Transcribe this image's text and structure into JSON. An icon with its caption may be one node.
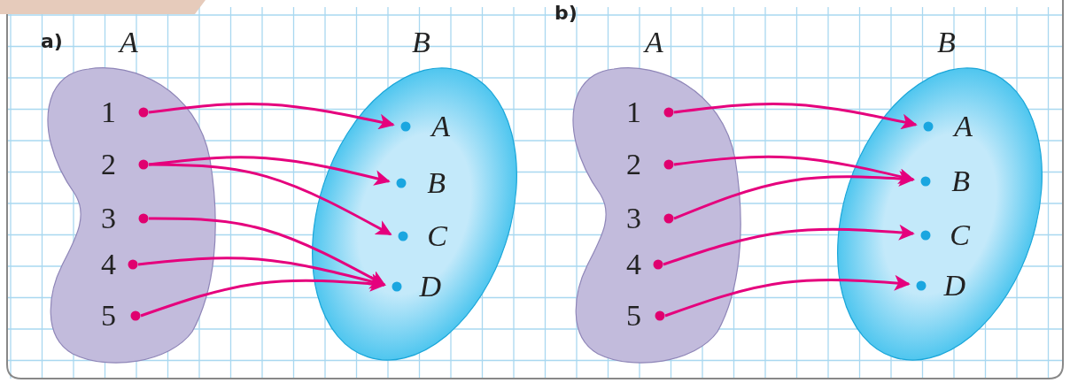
{
  "diagram": {
    "nodes": [
      {
        "text": [
          "A"
        ]
      },
      {
        "text": [
          "1"
        ],
        "in": 0
      },
      {
        "text": [
          "2"
        ],
        "in": 0
      },
      {
        "text": [
          "3"
        ],
        "in": 0
      },
      {
        "text": [
          "4"
        ],
        "in": 0
      },
      {
        "text": [
          "5"
        ],
        "in": 0
      },
      {
        "text": [
          "B"
        ]
      },
      {
        "text": [
          "A"
        ],
        "in": 6
      },
      {
        "text": [
          "B"
        ],
        "in": 6
      },
      {
        "text": [
          "C"
        ],
        "in": 6
      },
      {
        "text": [
          "D"
        ],
        "in": 6
      },
      {
        "text": [
          "A"
        ]
      },
      {
        "text": [
          "1"
        ],
        "in": 11
      },
      {
        "text": [
          "2"
        ],
        "in": 11
      },
      {
        "text": [
          "3"
        ],
        "in": 11
      },
      {
        "text": [
          "4"
        ],
        "in": 11
      },
      {
        "text": [
          "5"
        ],
        "in": 11
      },
      {
        "text": [
          "B"
        ]
      },
      {
        "text": [
          "A"
        ],
        "in": 17
      },
      {
        "text": [
          "B"
        ],
        "in": 17
      },
      {
        "text": [
          "C"
        ],
        "in": 17
      },
      {
        "text": [
          "D"
        ],
        "in": 17
      }
    ],
    "edges": [
      {
        "from": 1,
        "to": 7,
        "arrow": "to"
      },
      {
        "from": 2,
        "to": 8,
        "arrow": "to"
      },
      {
        "from": 2,
        "to": 9,
        "arrow": "to"
      },
      {
        "from": 3,
        "to": 10,
        "arrow": "to"
      },
      {
        "from": 4,
        "to": 10,
        "arrow": "to"
      },
      {
        "from": 5,
        "to": 10,
        "arrow": "to"
      },
      {
        "from": 12,
        "to": 18,
        "arrow": "to"
      },
      {
        "from": 13,
        "to": 19,
        "arrow": "to"
      },
      {
        "from": 14,
        "to": 19,
        "arrow": "to"
      },
      {
        "from": 15,
        "to": 20,
        "arrow": "to"
      },
      {
        "from": 16,
        "to": 21,
        "arrow": "to"
      }
    ],
    "labels": [
      "a)",
      "b)"
    ]
  }
}
